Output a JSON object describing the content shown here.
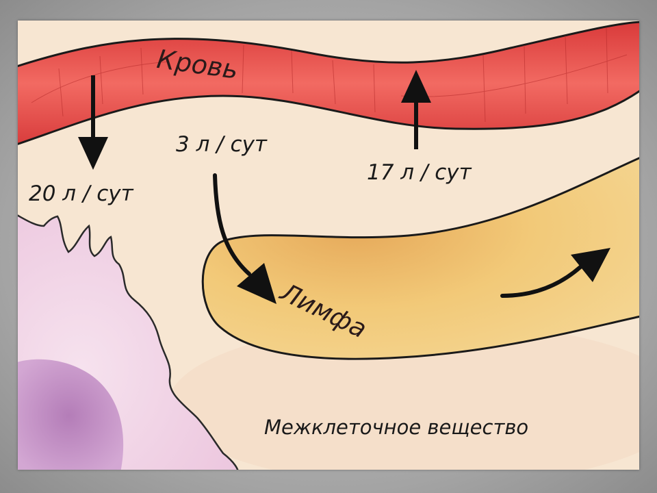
{
  "labels": {
    "blood": "Кровь",
    "lymph": "Лимфа",
    "intercellular_substance": "Межклеточное вещество",
    "filtration_out": "20 л / сут",
    "lymph_formation": "3 л / сут",
    "reabsorption": "17 л / сут"
  },
  "colors": {
    "blood_vessel": "#e84b4b",
    "lymph_vessel": "#f0c86a",
    "intercellular_fluid": "#f7e6d2",
    "cell": "#f2d3e6",
    "nucleus": "#c690c6",
    "arrow": "#111111"
  }
}
